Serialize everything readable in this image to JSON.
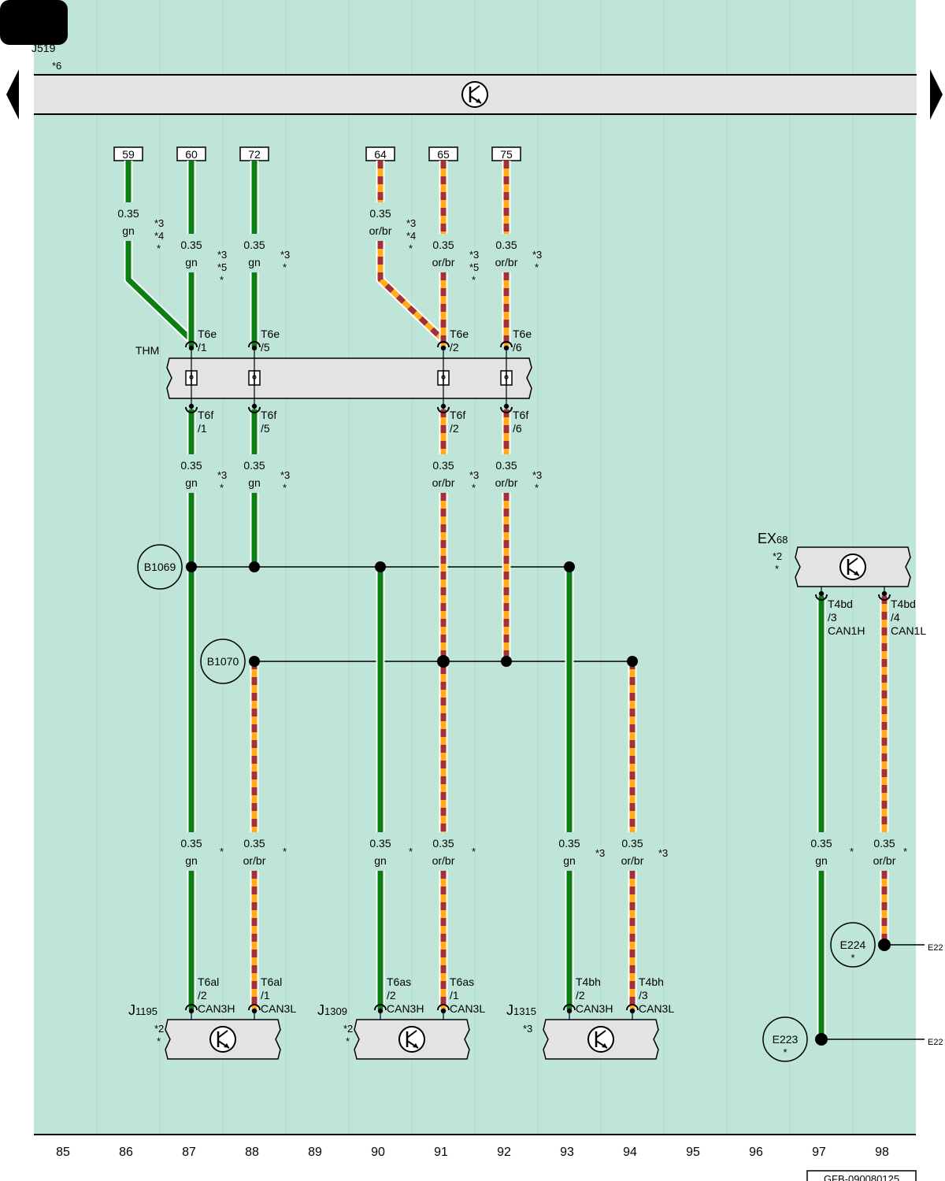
{
  "page_tab": "",
  "sheet_code": "GFB-090080125",
  "column_numbers": [
    "85",
    "86",
    "87",
    "88",
    "89",
    "90",
    "91",
    "92",
    "93",
    "94",
    "95",
    "96",
    "97",
    "98"
  ],
  "top_module": {
    "name": "J519",
    "note": "*6"
  },
  "thm": {
    "name": "THM"
  },
  "pins_top": [
    {
      "id": "59",
      "cs": "0.35",
      "color": "gn",
      "notes": [
        "*3",
        "*4",
        "*"
      ]
    },
    {
      "id": "60",
      "cs": "0.35",
      "color": "gn",
      "notes": [
        "*3",
        "*5",
        "*"
      ]
    },
    {
      "id": "72",
      "cs": "0.35",
      "color": "gn",
      "notes": [
        "*3",
        "*"
      ]
    },
    {
      "id": "64",
      "cs": "0.35",
      "color": "or/br",
      "notes": [
        "*3",
        "*4",
        "*"
      ]
    },
    {
      "id": "65",
      "cs": "0.35",
      "color": "or/br",
      "notes": [
        "*3",
        "*5",
        "*"
      ]
    },
    {
      "id": "75",
      "cs": "0.35",
      "color": "or/br",
      "notes": [
        "*3",
        "*"
      ]
    }
  ],
  "t6e": [
    {
      "conn": "T6e",
      "pin": "/1"
    },
    {
      "conn": "T6e",
      "pin": "/5"
    },
    {
      "conn": "T6e",
      "pin": "/2"
    },
    {
      "conn": "T6e",
      "pin": "/6"
    }
  ],
  "t6f": [
    {
      "conn": "T6f",
      "pin": "/1"
    },
    {
      "conn": "T6f",
      "pin": "/5"
    },
    {
      "conn": "T6f",
      "pin": "/2"
    },
    {
      "conn": "T6f",
      "pin": "/6"
    }
  ],
  "mid_wires": [
    {
      "cs": "0.35",
      "color": "gn",
      "notes": [
        "*3",
        "*"
      ]
    },
    {
      "cs": "0.35",
      "color": "gn",
      "notes": [
        "*3",
        "*"
      ]
    },
    {
      "cs": "0.35",
      "color": "or/br",
      "notes": [
        "*3",
        "*"
      ]
    },
    {
      "cs": "0.35",
      "color": "or/br",
      "notes": [
        "*3",
        "*"
      ]
    }
  ],
  "splices": {
    "b1069": "B1069",
    "b1070": "B1070"
  },
  "bottom_wires": [
    {
      "cs": "0.35",
      "color": "gn",
      "note": "*"
    },
    {
      "cs": "0.35",
      "color": "or/br",
      "note": "*"
    },
    {
      "cs": "0.35",
      "color": "gn",
      "note": "*"
    },
    {
      "cs": "0.35",
      "color": "or/br",
      "note": "*"
    },
    {
      "cs": "0.35",
      "color": "gn",
      "note": "*3"
    },
    {
      "cs": "0.35",
      "color": "or/br",
      "note": "*3"
    },
    {
      "cs": "0.35",
      "color": "gn",
      "note": "*"
    },
    {
      "cs": "0.35",
      "color": "or/br",
      "note": "*"
    }
  ],
  "module_pins": [
    {
      "conn": "T6al",
      "pin": "/2",
      "sig": "CAN3H"
    },
    {
      "conn": "T6al",
      "pin": "/1",
      "sig": "CAN3L"
    },
    {
      "conn": "T6as",
      "pin": "/2",
      "sig": "CAN3H"
    },
    {
      "conn": "T6as",
      "pin": "/1",
      "sig": "CAN3L"
    },
    {
      "conn": "T4bh",
      "pin": "/2",
      "sig": "CAN3H"
    },
    {
      "conn": "T4bh",
      "pin": "/3",
      "sig": "CAN3L"
    }
  ],
  "modules": [
    {
      "letter": "J",
      "num": "1195",
      "notes": [
        "*2",
        "*"
      ]
    },
    {
      "letter": "J",
      "num": "1309",
      "notes": [
        "*2",
        "*"
      ]
    },
    {
      "letter": "J",
      "num": "1315",
      "notes": [
        "*3"
      ]
    }
  ],
  "ex68": {
    "letter": "EX",
    "num": "68",
    "notes": [
      "*2",
      "*"
    ],
    "pins": [
      {
        "conn": "T4bd",
        "pin": "/3",
        "sig": "CAN1H"
      },
      {
        "conn": "T4bd",
        "pin": "/4",
        "sig": "CAN1L"
      }
    ]
  },
  "connectors_right": {
    "e224": "E224",
    "e224_note": "*",
    "e223": "E223",
    "e223_note": "*",
    "e224_ref": "E22",
    "e223_ref": "E22"
  },
  "colors": {
    "background": "#bfe5d9",
    "green": "#0b7f14",
    "orange": "#ffad19",
    "brown": "#a3303a",
    "box": "#e3e3e3"
  }
}
